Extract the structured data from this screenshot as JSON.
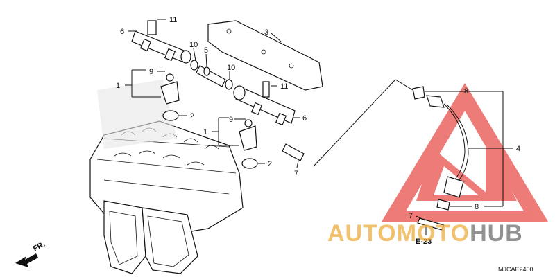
{
  "callouts": {
    "c11a": "11",
    "c6a": "6",
    "c3": "3",
    "c10a": "10",
    "c5": "5",
    "c10b": "10",
    "c9a": "9",
    "c1a": "1",
    "c2a": "2",
    "c11b": "11",
    "c6b": "6",
    "c9b": "9",
    "c1b": "1",
    "c2b": "2",
    "c7a": "7",
    "c8a": "8",
    "c4": "4",
    "c8b": "8",
    "c7b": "7"
  },
  "reference": "E-23",
  "front_label": "FR.",
  "diagram_code": "MJCAE2400",
  "watermark": {
    "part1": "AUTOMOTO",
    "part2": "HUB",
    "color_orange": "#f0b24a",
    "color_gray": "#777777",
    "logo_color": "#e8504a"
  }
}
